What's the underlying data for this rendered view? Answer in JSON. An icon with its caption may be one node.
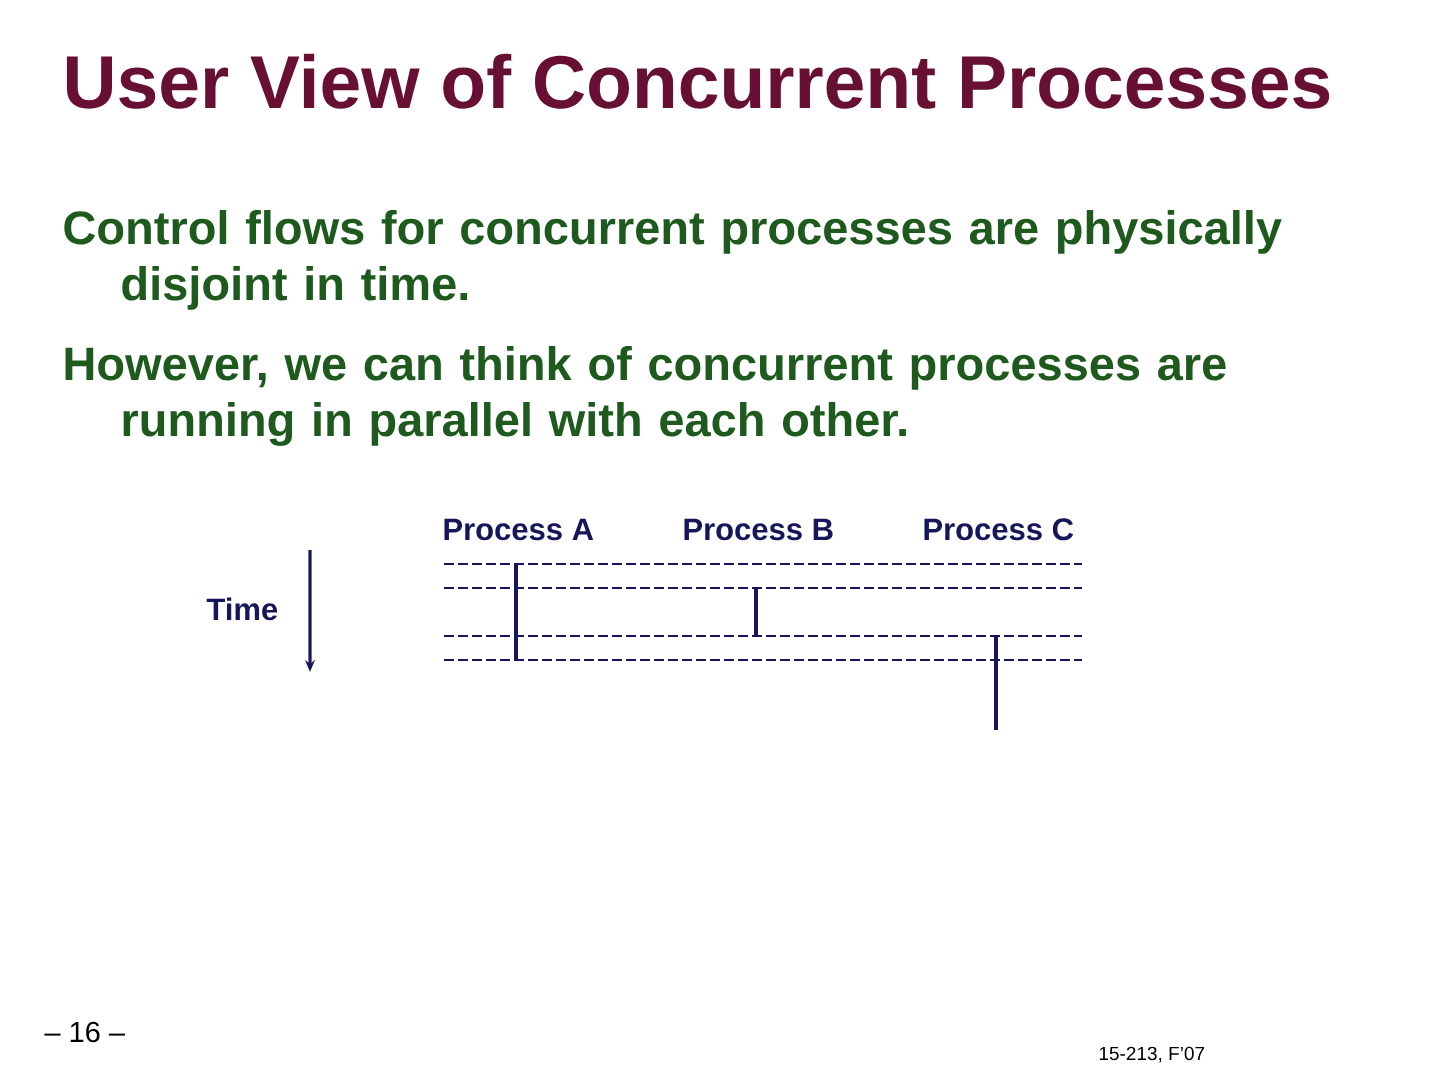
{
  "diagram": {
    "title": "User View of Concurrent Processes",
    "labels": [
      "Control flows for concurrent processes are physically disjoint in time.",
      "However, we can think of concurrent processes are running in parallel with each other.",
      "Process A",
      "Process B",
      "Process C",
      "Time",
      "– 16 –",
      "15-213, F’07"
    ]
  }
}
